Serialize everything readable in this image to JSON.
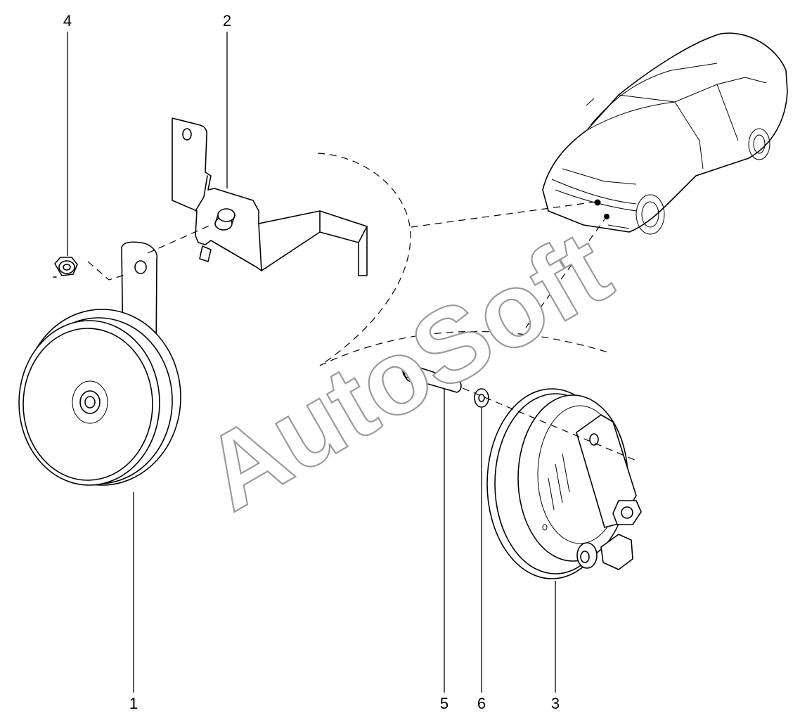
{
  "diagram": {
    "callouts": [
      {
        "id": "1",
        "label": "1"
      },
      {
        "id": "2",
        "label": "2"
      },
      {
        "id": "3",
        "label": "3"
      },
      {
        "id": "4",
        "label": "4"
      },
      {
        "id": "5",
        "label": "5"
      },
      {
        "id": "6",
        "label": "6"
      }
    ],
    "watermark": "AutoSoft"
  }
}
